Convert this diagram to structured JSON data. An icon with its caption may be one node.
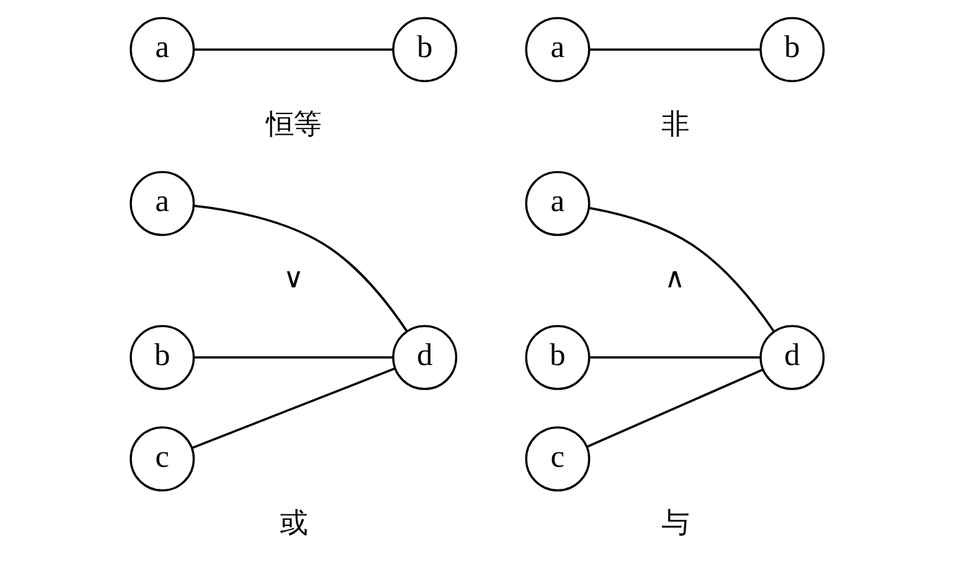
{
  "diagram": {
    "nodes": [
      {
        "text": [
          "a"
        ]
      },
      {
        "text": [
          "b"
        ]
      },
      {
        "text": [
          "a"
        ]
      },
      {
        "text": [
          "b"
        ]
      },
      {
        "text": [
          "a"
        ]
      },
      {
        "text": [
          "b"
        ]
      },
      {
        "text": [
          "c"
        ]
      },
      {
        "text": [
          "d"
        ]
      },
      {
        "text": [
          "a"
        ]
      },
      {
        "text": [
          "b"
        ]
      },
      {
        "text": [
          "c"
        ]
      },
      {
        "text": [
          "d"
        ]
      }
    ],
    "edges": [
      {
        "from": 0,
        "to": 1,
        "arrow": "none"
      },
      {
        "from": 2,
        "to": 3,
        "arrow": "none"
      },
      {
        "from": 4,
        "to": 7,
        "arrow": "none"
      },
      {
        "from": 5,
        "to": 7,
        "arrow": "none"
      },
      {
        "from": 6,
        "to": 7,
        "arrow": "none"
      },
      {
        "from": 8,
        "to": 11,
        "arrow": "none"
      },
      {
        "from": 9,
        "to": 11,
        "arrow": "none"
      },
      {
        "from": 10,
        "to": 11,
        "arrow": "none"
      }
    ],
    "labels": [
      "恒等",
      "非",
      "∨",
      "∧",
      "或",
      "与"
    ]
  }
}
